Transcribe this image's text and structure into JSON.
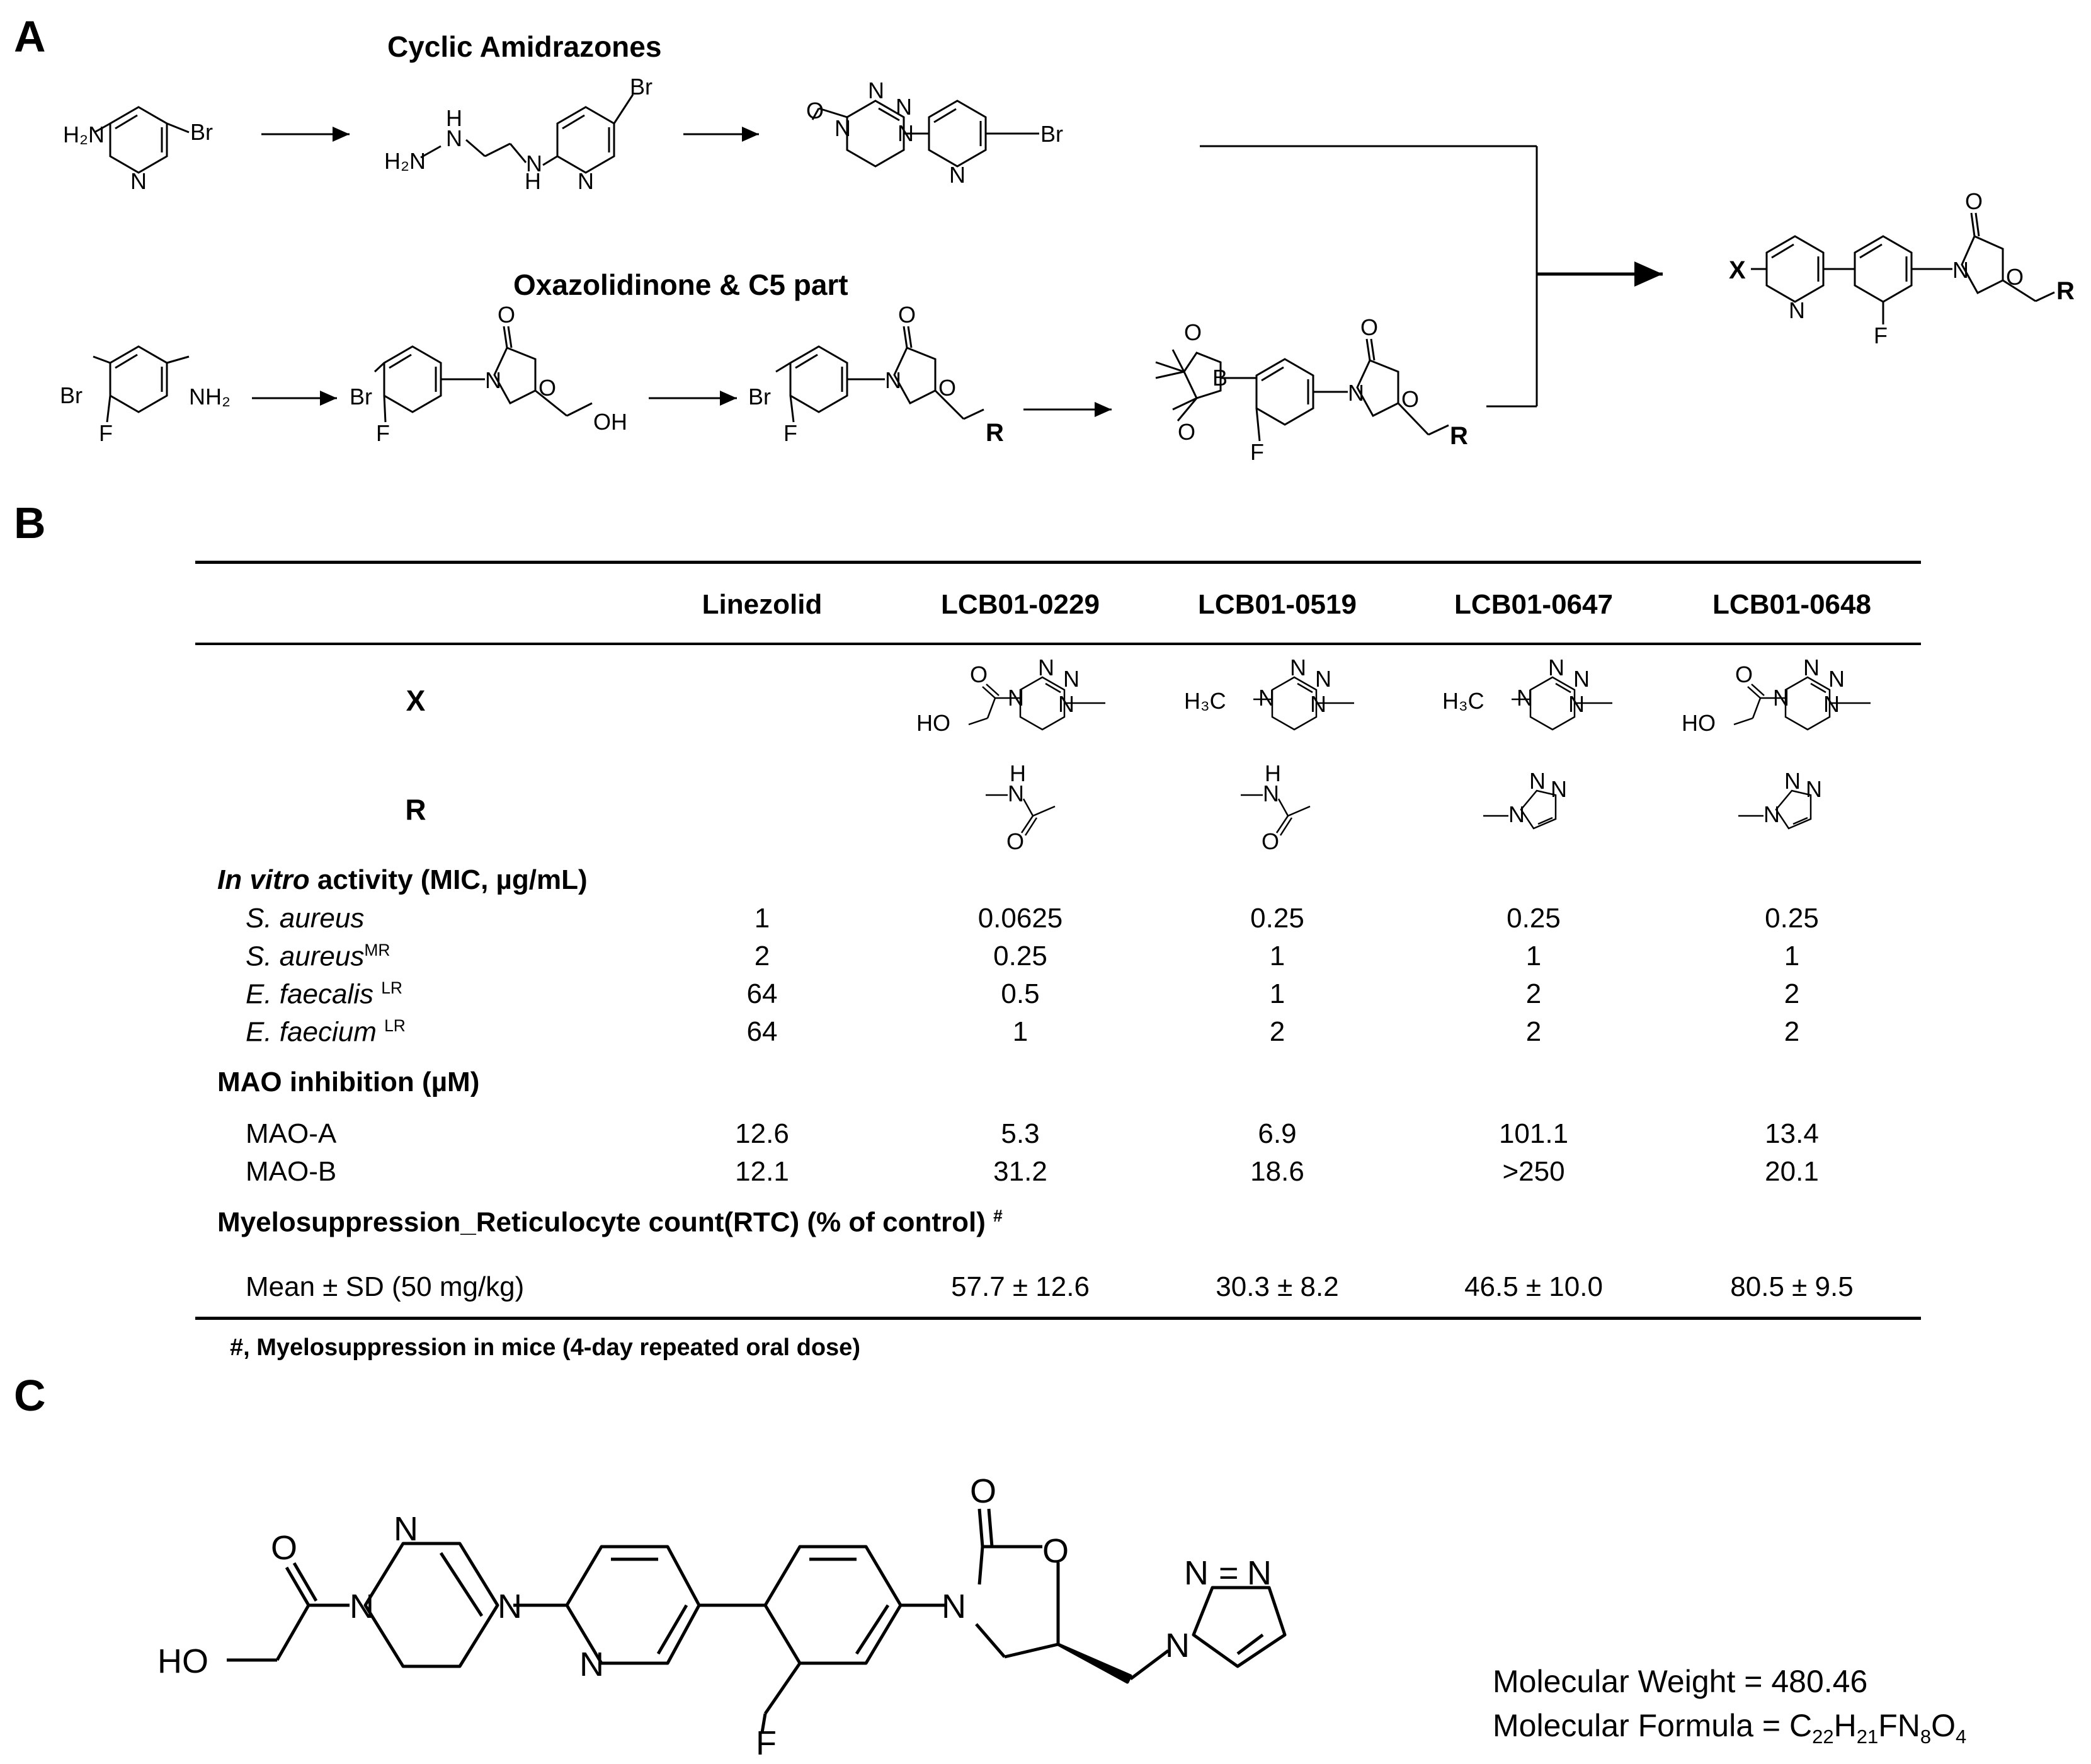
{
  "panels": {
    "a": "A",
    "b": "B",
    "c": "C"
  },
  "scheme": {
    "title_amidrazones": "Cyclic Amidrazones",
    "title_oxazolidinone": "Oxazolidinone & C5 part"
  },
  "table": {
    "columns": [
      "Linezolid",
      "LCB01-0229",
      "LCB01-0519",
      "LCB01-0647",
      "LCB01-0648"
    ],
    "row_x_label": "X",
    "row_r_label": "R",
    "invitro": {
      "title_italic": "In vitro",
      "title_rest": " activity (MIC, µg/mL)",
      "rows": [
        {
          "name": "S. aureus",
          "sup": "",
          "values": [
            "1",
            "0.0625",
            "0.25",
            "0.25",
            "0.25"
          ]
        },
        {
          "name": "S. aureus",
          "sup": "MR",
          "values": [
            "2",
            "0.25",
            "1",
            "1",
            "1"
          ]
        },
        {
          "name": "E. faecalis ",
          "sup": "LR",
          "values": [
            "64",
            "0.5",
            "1",
            "2",
            "2"
          ]
        },
        {
          "name": "E. faecium ",
          "sup": "LR",
          "values": [
            "64",
            "1",
            "2",
            "2",
            "2"
          ]
        }
      ]
    },
    "mao": {
      "title": "MAO inhibition (µM)",
      "rows": [
        {
          "name": "MAO-A",
          "values": [
            "12.6",
            "5.3",
            "6.9",
            "101.1",
            "13.4"
          ]
        },
        {
          "name": "MAO-B",
          "values": [
            "12.1",
            "31.2",
            "18.6",
            ">250",
            "20.1"
          ]
        }
      ]
    },
    "myelo": {
      "title": "Myelosuppression_Reticulocyte count(RTC) (% of control)",
      "title_sup": "#",
      "row_name": "Mean ± SD (50 mg/kg)",
      "values": [
        "",
        "57.7 ± 12.6",
        "30.3 ± 8.2",
        "46.5 ± 10.0",
        "80.5 ± 9.5"
      ]
    },
    "footnote": "#, Myelosuppression in mice (4-day repeated oral dose)"
  },
  "compound": {
    "mw_label": "Molecular  Weight = 480.46",
    "formula_prefix": "Molecular  Formula = ",
    "formula_parts": [
      {
        "t": "C",
        "s": "22"
      },
      {
        "t": "H",
        "s": "21"
      },
      {
        "t": "FN",
        "s": "8"
      },
      {
        "t": "O",
        "s": "4"
      }
    ]
  }
}
